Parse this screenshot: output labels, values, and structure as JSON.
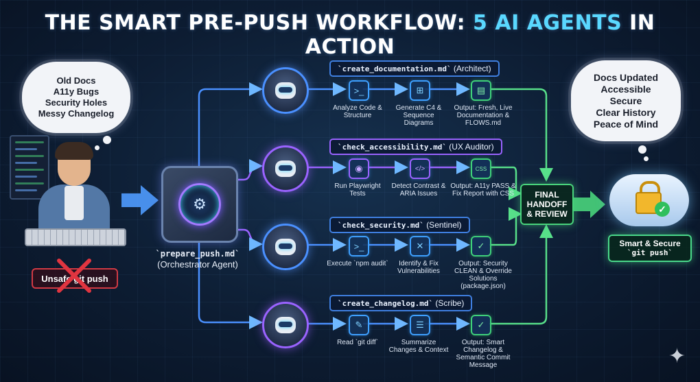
{
  "title": {
    "main": "THE SMART PRE-PUSH WORKFLOW: ",
    "highlight": "5 AI AGENTS",
    "tail": " IN ACTION"
  },
  "problem_cloud": [
    "Old Docs",
    "A11y Bugs",
    "Security Holes",
    "Messy Changelog"
  ],
  "unsafe_push_label": "Unsafe git push",
  "orchestrator": {
    "file": "`prepare_push.md`",
    "role": "(Orchestrator Agent)"
  },
  "agents": [
    {
      "file": "`create_documentation.md`",
      "role": "(Architect)",
      "steps": [
        {
          "icon": "terminal-icon",
          "glyph": ">_",
          "label": "Analyze Code & Structure"
        },
        {
          "icon": "diagram-icon",
          "glyph": "⊞",
          "label": "Generate C4 & Sequence Diagrams"
        },
        {
          "icon": "document-icon",
          "glyph": "▤",
          "label": "Output: Fresh, Live Documentation & FLOWS.md"
        }
      ]
    },
    {
      "file": "`check_accessibility.md`",
      "role": "(UX Auditor)",
      "steps": [
        {
          "icon": "eye-icon",
          "glyph": "◉",
          "label": "Run Playwright Tests"
        },
        {
          "icon": "code-icon",
          "glyph": "</>",
          "label": "Detect Contrast & ARIA Issues"
        },
        {
          "icon": "css-file-icon",
          "glyph": "CSS",
          "label": "Output: A11y PASS & Fix Report with CSS"
        }
      ]
    },
    {
      "file": "`check_security.md`",
      "role": "(Sentinel)",
      "steps": [
        {
          "icon": "terminal-icon",
          "glyph": ">_",
          "label": "Execute `npm audit`"
        },
        {
          "icon": "tools-icon",
          "glyph": "✕",
          "label": "Identify & Fix Vulnerabilities"
        },
        {
          "icon": "shield-check-icon",
          "glyph": "✓",
          "label": "Output: Security CLEAN & Override Solutions (package.json)"
        }
      ]
    },
    {
      "file": "`create_changelog.md`",
      "role": "(Scribe)",
      "steps": [
        {
          "icon": "edit-document-icon",
          "glyph": "✎",
          "label": "Read `git diff`"
        },
        {
          "icon": "list-icon",
          "glyph": "☰",
          "label": "Summarize Changes & Context"
        },
        {
          "icon": "checklist-icon",
          "glyph": "✓",
          "label": "Output: Smart Changelog & Semantic Commit Message"
        }
      ]
    }
  ],
  "final_handoff": [
    "FINAL",
    "HANDOFF",
    "& REVIEW"
  ],
  "result_cloud": [
    "Docs Updated",
    "Accessible",
    "Secure",
    "Clear History",
    "Peace of Mind"
  ],
  "smart_push": {
    "line1": "Smart & Secure",
    "line2": "`git push`"
  },
  "colors": {
    "accent": "#5ad8ff",
    "blue": "#3f7fe0",
    "purple": "#9a63ff",
    "green": "#49d47c",
    "red": "#d23a44"
  }
}
